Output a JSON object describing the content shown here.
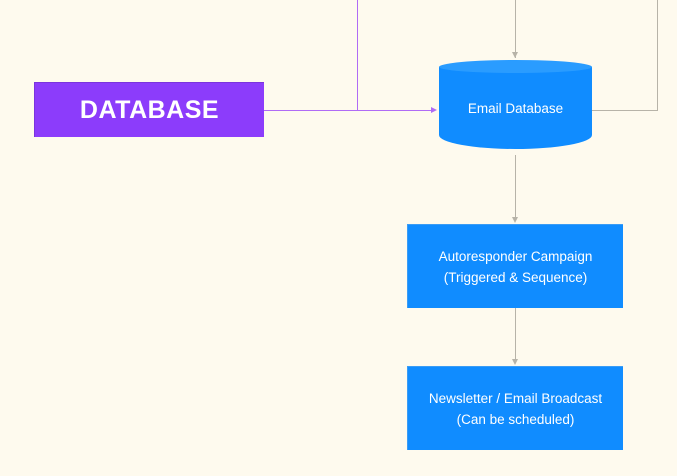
{
  "diagram": {
    "type": "flowchart",
    "background_color": "#fefaee",
    "nodes": {
      "database_label": {
        "text": "DATABASE",
        "color": "#8c3cfb",
        "text_color": "#ffffff"
      },
      "email_database": {
        "text": "Email Database",
        "shape": "cylinder",
        "color": "#108cff",
        "text_color": "#ffffff"
      },
      "autoresponder": {
        "line1": "Autoresponder Campaign",
        "line2": "(Triggered & Sequence)",
        "shape": "rectangle",
        "color": "#108cff",
        "text_color": "#ffffff"
      },
      "newsletter": {
        "line1": "Newsletter / Email Broadcast",
        "line2": "(Can be scheduled)",
        "shape": "rectangle",
        "color": "#108cff",
        "text_color": "#ffffff"
      }
    },
    "connectors": {
      "purple_color": "#b06bf5",
      "gray_color": "#b7b3a8"
    }
  }
}
